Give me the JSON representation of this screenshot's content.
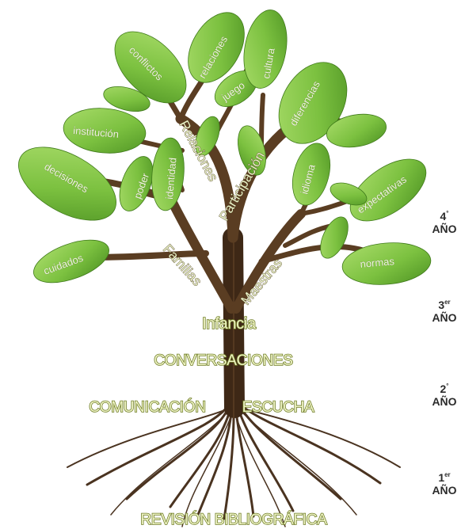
{
  "leaves": {
    "conflictos": "conflictos",
    "relaciones": "relaciones",
    "juego": "juego",
    "cultura": "cultura",
    "diferencias": "diferencias",
    "institucion": "institución",
    "decisiones": "decisiones",
    "poder": "poder",
    "identidad": "identidad",
    "idioma": "idioma",
    "expectativas": "expectativas",
    "cuidados": "cuidados",
    "normas": "normas"
  },
  "branches": {
    "relaciones": "Relaciones",
    "participacion": "Participación",
    "familias": "Familias",
    "maestras": "Maestras"
  },
  "levels": {
    "infancia": "Infancia",
    "conversaciones": "CONVERSACIONES",
    "comunicacion": "COMUNICACIÓN",
    "escucha": "ESCUCHA",
    "revision": "REVISIÓN BIBLIOGRÁFICA"
  },
  "years": [
    {
      "num": "4",
      "suffix": "°",
      "label": "AÑO"
    },
    {
      "num": "3",
      "suffix": "er",
      "label": "AÑO"
    },
    {
      "num": "2",
      "suffix": "°",
      "label": "AÑO"
    },
    {
      "num": "1",
      "suffix": "er",
      "label": "AÑO"
    }
  ],
  "colors": {
    "leaf": "#7fc243",
    "leaf_dark": "#4e8f22",
    "trunk": "#5a3d22",
    "text_outline": "#6f7d28"
  }
}
